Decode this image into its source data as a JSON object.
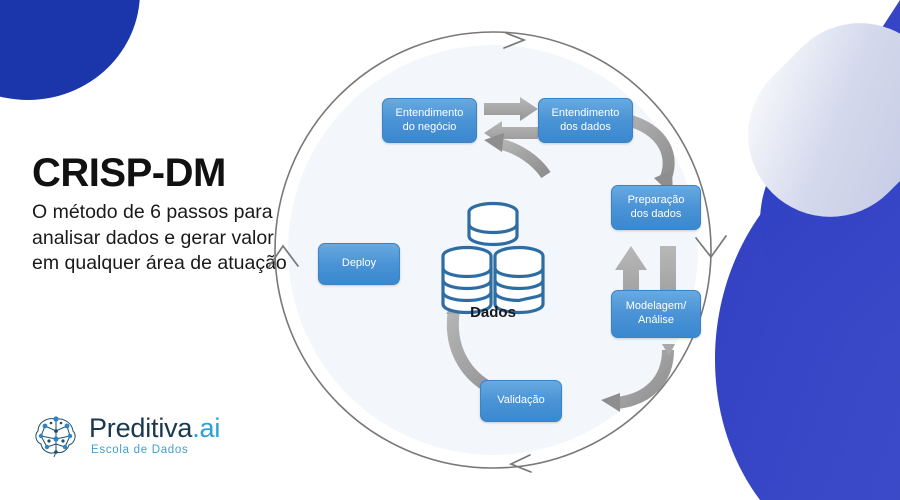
{
  "page": {
    "title": "CRISP-DM",
    "subtitle": "O método de 6 passos para analisar dados e gerar valor em qualquer área de atuação",
    "background_color": "#ffffff"
  },
  "logo": {
    "icon": "brain-network-icon",
    "wordmark_main": "Preditiva",
    "wordmark_accent": ".ai",
    "tagline": "Escola de Dados",
    "color_dark": "#18394f",
    "color_accent": "#2a9fd8"
  },
  "decor": {
    "top_left_blob_color": "#1b35ab",
    "right_circle_color": "#3241c0",
    "capsule_gradient_from": "#ffffff",
    "capsule_gradient_to": "#aab3dd",
    "corner_wedge_color": "#3b4bc8",
    "inner_tint_color": "#f2f6fc"
  },
  "diagram": {
    "center_icon": "database-stack-icon",
    "center_label": "Dados",
    "center_icon_color": "#2e6da4",
    "box_fill_top": "#68aae0",
    "box_fill_bottom": "#3b88cf",
    "box_border": "#3a83c6",
    "box_text_color": "#ffffff",
    "arrow_color": "#9b9b9b",
    "ring_color": "#77787a",
    "steps": [
      {
        "id": "entendimento-negocio",
        "lines": [
          "Entendimento",
          "do negócio"
        ]
      },
      {
        "id": "entendimento-dados",
        "lines": [
          "Entendimento",
          "dos dados"
        ]
      },
      {
        "id": "preparacao-dados",
        "lines": [
          "Preparação",
          "dos dados"
        ]
      },
      {
        "id": "modelagem-analise",
        "lines": [
          "Modelagem/",
          "Análise"
        ]
      },
      {
        "id": "validacao",
        "lines": [
          "Validação"
        ]
      },
      {
        "id": "deploy",
        "lines": [
          "Deploy"
        ]
      }
    ]
  }
}
